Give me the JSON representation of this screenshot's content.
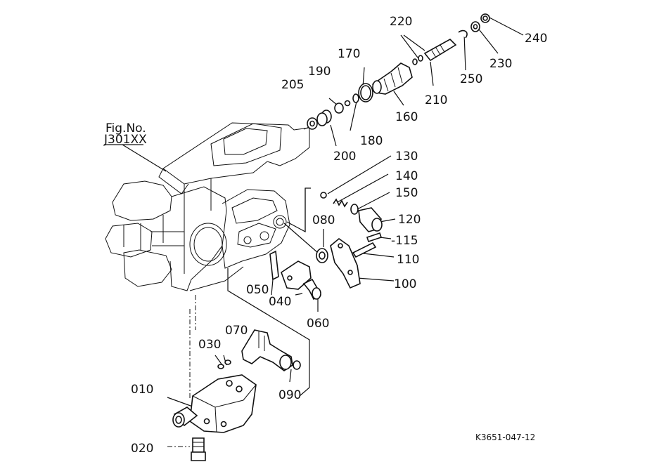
{
  "figure": {
    "fig_label": "Fig.No.",
    "fig_number": "J301XX",
    "drawing_code": "K3651-047-12"
  },
  "parts": {
    "p010": "010",
    "p020": "020",
    "p030": "030",
    "p040": "040",
    "p050": "050",
    "p060": "060",
    "p070": "070",
    "p080": "080",
    "p090": "090",
    "p100": "100",
    "p110": "110",
    "p115": "-115",
    "p120": "120",
    "p130": "130",
    "p140": "140",
    "p150": "150",
    "p160": "160",
    "p170": "170",
    "p180": "180",
    "p190": "190",
    "p200": "200",
    "p205": "205",
    "p210": "210",
    "p220": "220",
    "p230": "230",
    "p240": "240",
    "p250": "250"
  }
}
